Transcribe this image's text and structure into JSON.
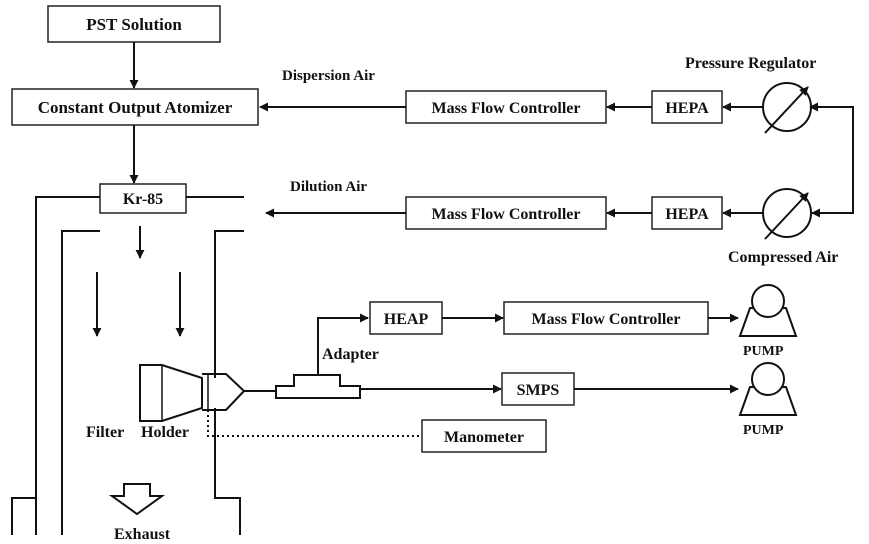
{
  "nodes": {
    "pst_solution": "PST Solution",
    "atomizer": "Constant Output Atomizer",
    "kr85": "Kr-85",
    "mfc_dispersion": "Mass Flow Controller",
    "hepa_dispersion": "HEPA",
    "mfc_dilution": "Mass Flow Controller",
    "hepa_dilution": "HEPA",
    "heap": "HEAP",
    "mfc_sample": "Mass Flow Controller",
    "smps": "SMPS",
    "manometer": "Manometer"
  },
  "labels": {
    "dispersion_air": "Dispersion Air",
    "dilution_air": "Dilution Air",
    "pressure_regulator": "Pressure Regulator",
    "compressed_air": "Compressed Air",
    "adapter": "Adapter",
    "filter": "Filter",
    "holder": "Holder",
    "exhaust": "Exhaust",
    "pump_1": "PUMP",
    "pump_2": "PUMP"
  }
}
